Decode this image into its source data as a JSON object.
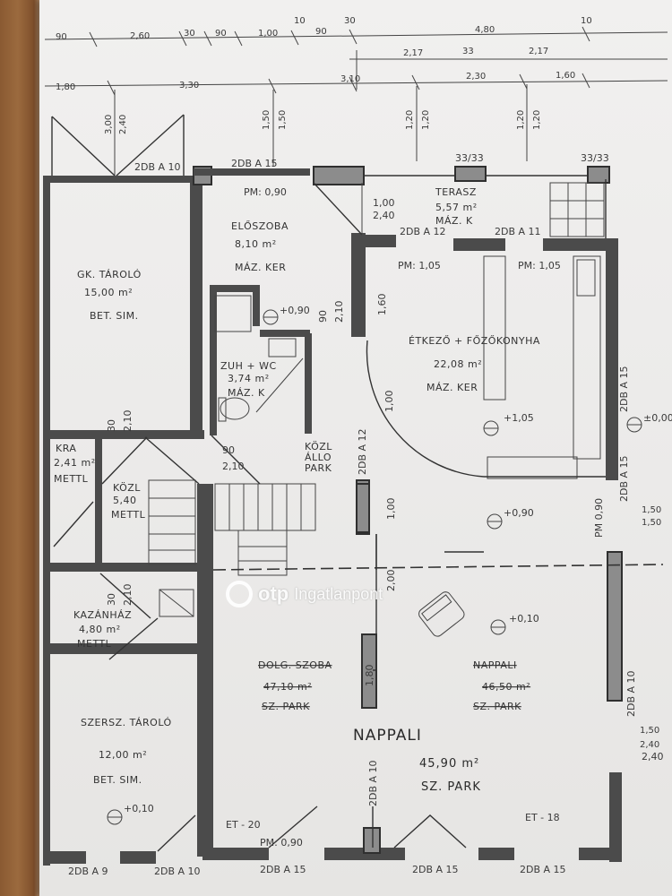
{
  "watermark": {
    "brand": "otp",
    "suffix": "Ingatlanpont"
  },
  "dimensions": {
    "top_row1": [
      "90",
      "2,60",
      "30",
      "90",
      "1,00",
      "10",
      "90",
      "30",
      "4,80",
      "10"
    ],
    "top_row2": [
      "2,17",
      "33",
      "2,17"
    ],
    "top_row3": [
      "1,80",
      "3,30",
      "3,10",
      "2,30",
      "1,60"
    ],
    "vertical": [
      "3,00",
      "2,40",
      "1,50",
      "1,50",
      "1,20",
      "1,20",
      "1,20",
      "1,20"
    ],
    "right": [
      "1,50",
      "1,50",
      "1,50",
      "2,40"
    ]
  },
  "annotations": [
    "2DB A 10",
    "2DB A 15",
    "33/33",
    "33/33",
    "PM: 0,90",
    "1,00",
    "2,40",
    "2DB A 12",
    "2DB A 11",
    "PM: 1,05",
    "PM: 1,05",
    "+0,90",
    "90",
    "2,10",
    "1,60",
    "1,00",
    "+1,05",
    "±0,00",
    "PM 0,90",
    "2DB A 15",
    "+0,90",
    "30",
    "2,10",
    "30",
    "2,10",
    "90",
    "2,10",
    "2DB A 12",
    "2DB A 10",
    "1,00",
    "2,00",
    "+0,10",
    "1,80",
    "2DB A 10",
    "2DB A 15",
    "+0,10",
    "ET - 20",
    "PM: 0,90",
    "2DB A 9",
    "2DB A 10",
    "2DB A 15",
    "2DB A 15",
    "ET - 18",
    "2DB A 15",
    "2,40"
  ],
  "rooms": {
    "garage": {
      "name": "GK. TÁROLÓ",
      "area": "15,00 m²",
      "floor": "BET. SIM."
    },
    "hall": {
      "name": "ELŐSZOBA",
      "area": "8,10 m²",
      "floor": "MÁZ. KER"
    },
    "terrace": {
      "name": "TERASZ",
      "area": "5,57 m²",
      "floor": "MÁZ. K"
    },
    "bath": {
      "name": "ZUH + WC",
      "area": "3,74 m²",
      "floor": "MÁZ. K"
    },
    "dining": {
      "name": "ÉTKEZŐ + FŐZŐKONYHA",
      "area": "22,08 m²",
      "floor": "MÁZ. KER"
    },
    "kamra": {
      "name": "KRA",
      "area": "2,41 m²",
      "floor": "METTL"
    },
    "corridor": {
      "name": "KÖZL",
      "area": "5,40",
      "floor": "METTL"
    },
    "corridor2": {
      "name": "KÖZL",
      "area": "ÁLLO",
      "floor": "PARK"
    },
    "boiler": {
      "name": "KAZÁNHÁZ",
      "area": "4,80 m²",
      "floor": "METTL"
    },
    "tools": {
      "name": "SZERSZ. TÁROLÓ",
      "area": "12,00 m²",
      "floor": "BET. SIM."
    },
    "living_old": {
      "name": "NAPPALI",
      "area": "46,50 m²",
      "floor": "SZ. PARK"
    },
    "work_old": {
      "name": "DOLG. SZOBA",
      "area": "47,10 m²",
      "floor": "SZ. PARK"
    },
    "living": {
      "name": "NAPPALI",
      "area": "45,90 m²",
      "floor": "SZ. PARK"
    }
  }
}
